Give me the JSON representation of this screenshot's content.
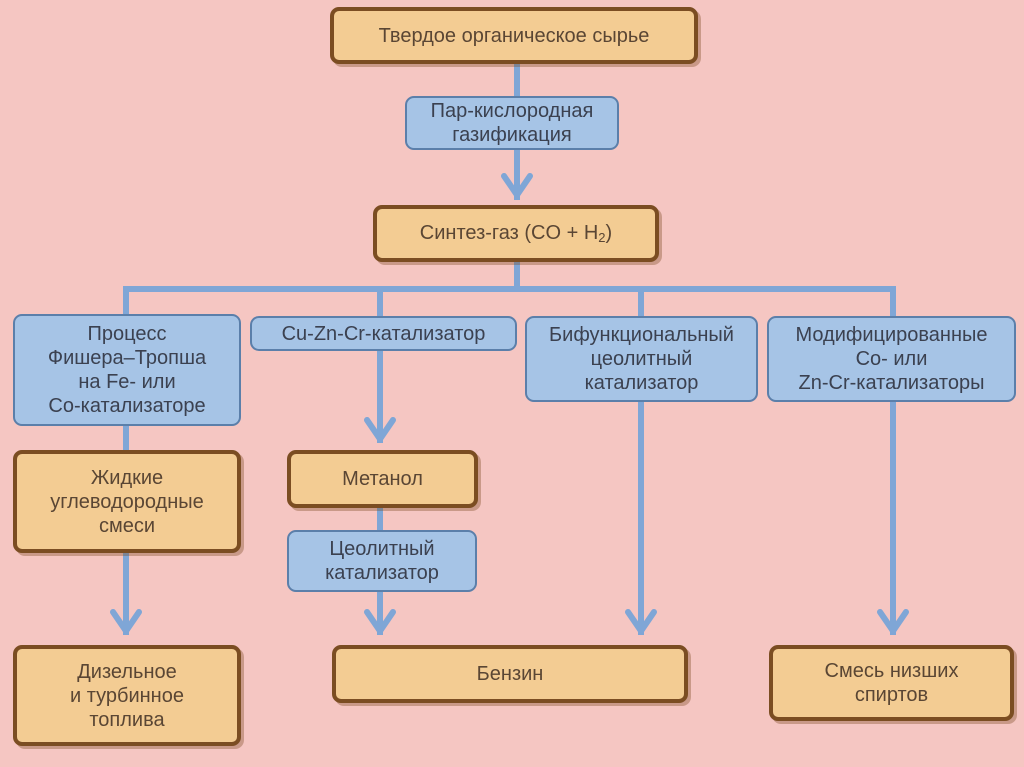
{
  "nodes": {
    "raw": "Твердое органическое сырье",
    "gasification": "Пар-кислородная\nгазификация",
    "syngas_prefix": "Синтез-газ (CO + H",
    "syngas_sub": "2",
    "syngas_suffix": ")",
    "fischer": "Процесс\nФишера–Тропша\nна Fe- или\nCo-катализаторе",
    "cuzncr": "Cu-Zn-Cr-катализатор",
    "bifunctional": "Бифункциональный\nцеолитный\nкатализатор",
    "modified": "Модифицированные\nCo- или\nZn-Cr-катализаторы",
    "liquid": "Жидкие\nуглеводородные\nсмеси",
    "methanol": "Метанол",
    "zeolite": "Цеолитный\nкатализатор",
    "diesel": "Дизельное\nи турбинное\nтоплива",
    "gasoline": "Бензин",
    "alcohols": "Смесь низших\nспиртов"
  },
  "colors": {
    "background": "#f5c6c2",
    "product_fill": "#f3cc93",
    "product_border": "#7b4d22",
    "process_fill": "#a6c4e6",
    "process_border": "#5b7faa",
    "connector": "#7fa6d6"
  }
}
